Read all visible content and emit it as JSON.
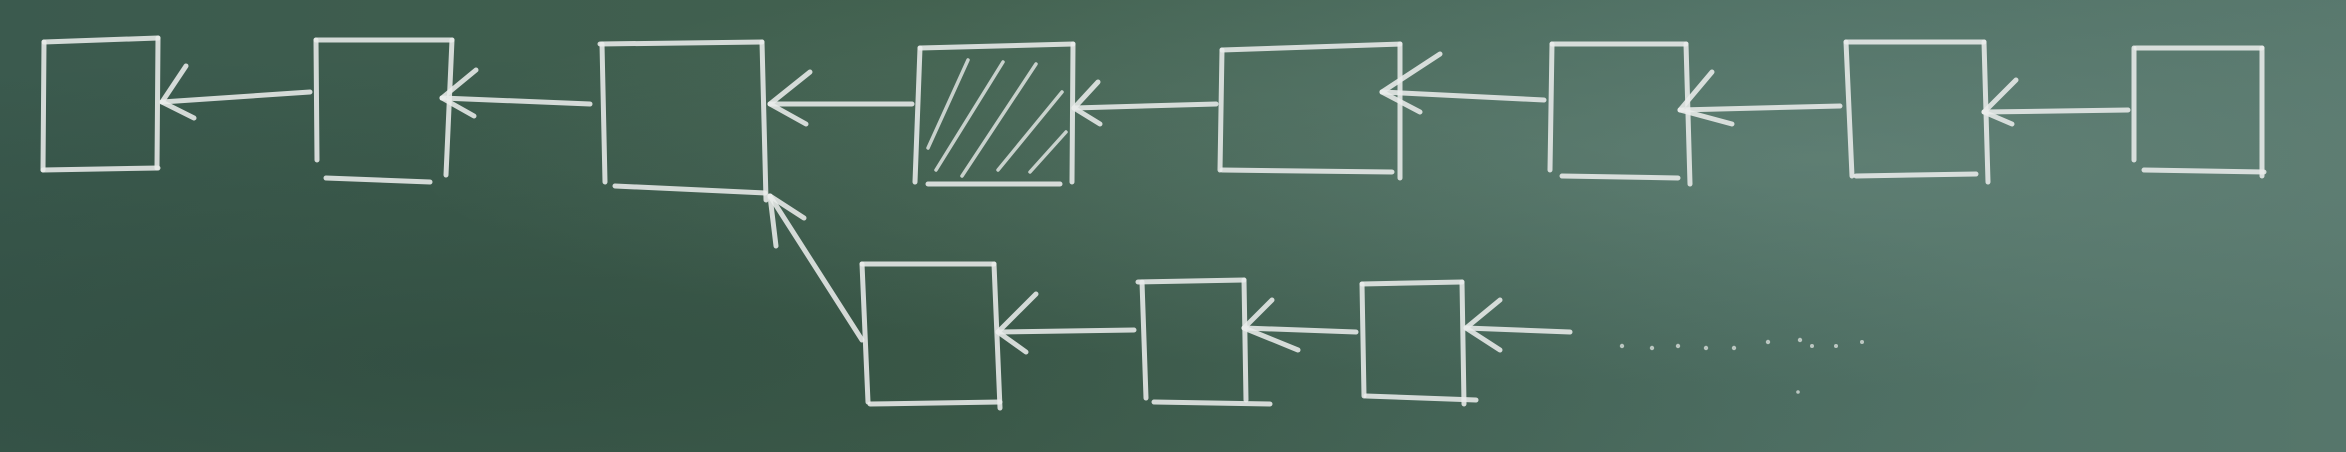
{
  "board": {
    "background_color": "#3f5e52",
    "chalk_color": "#e9ecea"
  },
  "main_chain": {
    "block_count": 8,
    "highlighted_block_index": 3,
    "highlight_style": "hatched",
    "link_direction": "right-to-left"
  },
  "fork_chain": {
    "block_count": 3,
    "branches_from_block_index": 2,
    "continues": true,
    "continuation_marker": "dotted"
  },
  "icons": {
    "block": "square-outline",
    "link": "arrow-left",
    "continuation": "dots"
  }
}
